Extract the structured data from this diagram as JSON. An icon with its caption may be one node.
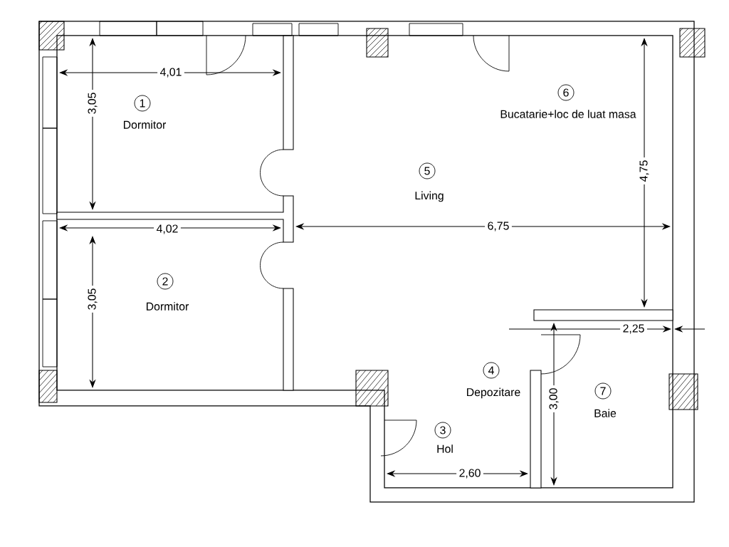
{
  "diagram": {
    "nodes": [
      {
        "text": [
          "1"
        ],
        "beside": [
          "Dormitor"
        ]
      },
      {
        "text": [
          "2"
        ],
        "beside": [
          "Dormitor"
        ]
      },
      {
        "text": [
          "3"
        ],
        "beside": [
          "Hol"
        ]
      },
      {
        "text": [
          "4"
        ],
        "beside": [
          "Depozitare"
        ]
      },
      {
        "text": [
          "5"
        ],
        "beside": [
          "Living"
        ]
      },
      {
        "text": [
          "6"
        ],
        "beside": [
          "Bucatarie+loc de luat masa"
        ]
      },
      {
        "text": [
          "7"
        ],
        "beside": [
          "Baie"
        ]
      }
    ],
    "labels": [
      "4,01",
      "3,05",
      "4,75",
      "6,75",
      "4,02",
      "3,05",
      "2,25",
      "3,00",
      "2,60"
    ]
  }
}
